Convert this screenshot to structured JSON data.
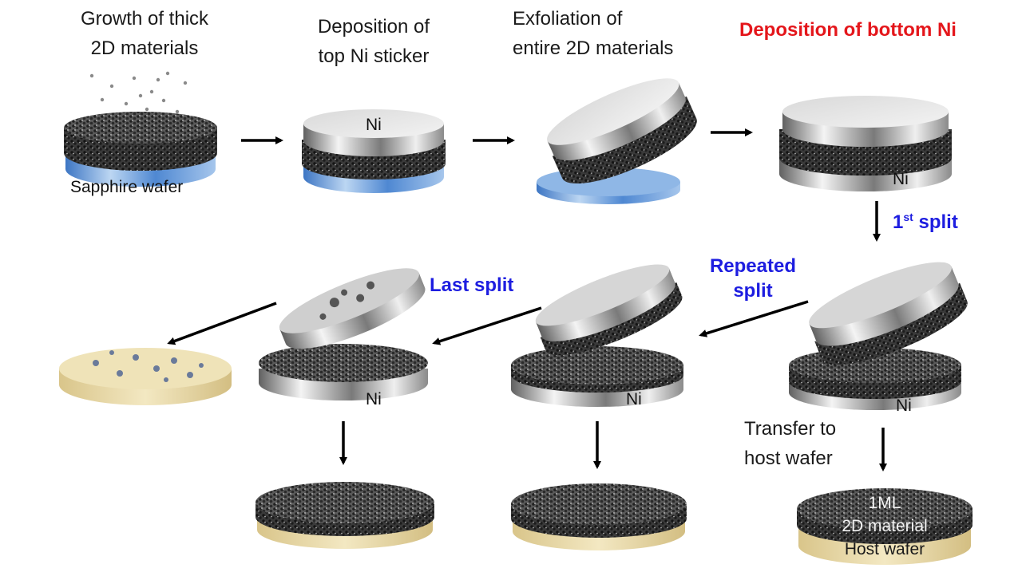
{
  "title_colors": {
    "caption": "#1a1a1a",
    "highlight_red": "#e4161b",
    "split_blue": "#1d1de0"
  },
  "top_row": {
    "step1": {
      "line1": "Growth of thick",
      "line2": "2D materials",
      "wafer": "Sapphire wafer"
    },
    "step2": {
      "line1": "Deposition of",
      "line2": "top Ni sticker",
      "ni": "Ni"
    },
    "step3": {
      "line1": "Exfoliation of",
      "line2": "entire 2D materials"
    },
    "step4": {
      "title": "Deposition of bottom Ni",
      "ni": "Ni"
    }
  },
  "splits": {
    "first_prefix": "1",
    "first_sup": "st",
    "first_suffix": " split",
    "repeated_line1": "Repeated",
    "repeated_line2": "split",
    "last": "Last split"
  },
  "bottom_row": {
    "ni_right": "Ni",
    "ni_middle": "Ni",
    "ni_left": "Ni",
    "transfer_line1": "Transfer to",
    "transfer_line2": "host wafer",
    "final_line1": "1ML",
    "final_line2": "2D material",
    "final_line3": "Host wafer"
  },
  "materials": {
    "sapphire": "#5b93d6",
    "nickel": "#bdbdbd",
    "graphene": "#3c3c3c",
    "host_wafer": "#e8d9a0"
  }
}
